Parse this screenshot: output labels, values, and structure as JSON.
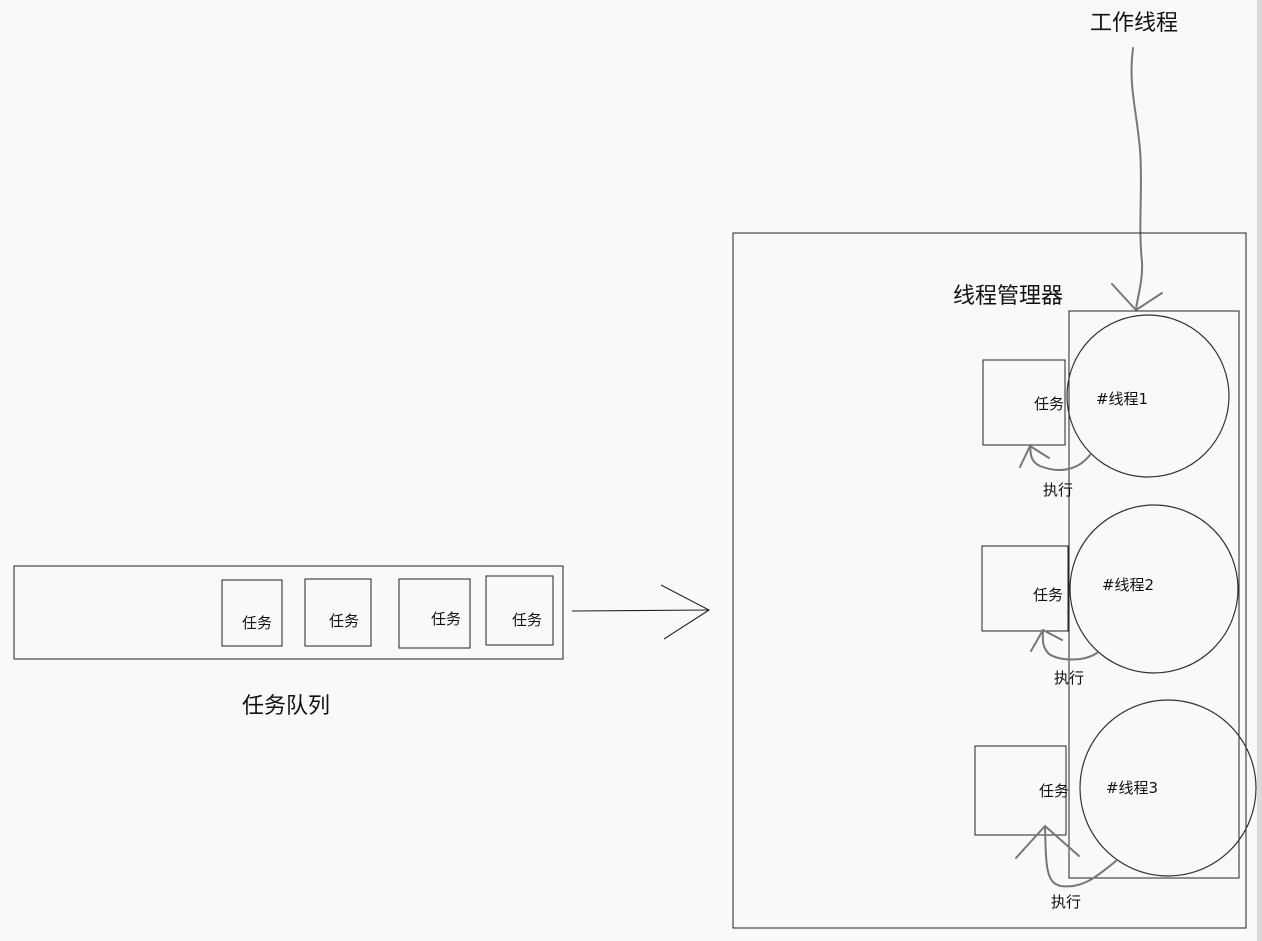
{
  "labels": {
    "worker_thread": "工作线程",
    "thread_manager": "线程管理器",
    "task_queue": "任务队列",
    "task": "任务",
    "execute": "执行"
  },
  "queue_tasks": [
    "任务",
    "任务",
    "任务",
    "任务"
  ],
  "threads": [
    {
      "name": "#线程1",
      "task": "任务",
      "action": "执行"
    },
    {
      "name": "#线程2",
      "task": "任务",
      "action": "执行"
    },
    {
      "name": "#线程3",
      "task": "任务",
      "action": "执行"
    }
  ]
}
